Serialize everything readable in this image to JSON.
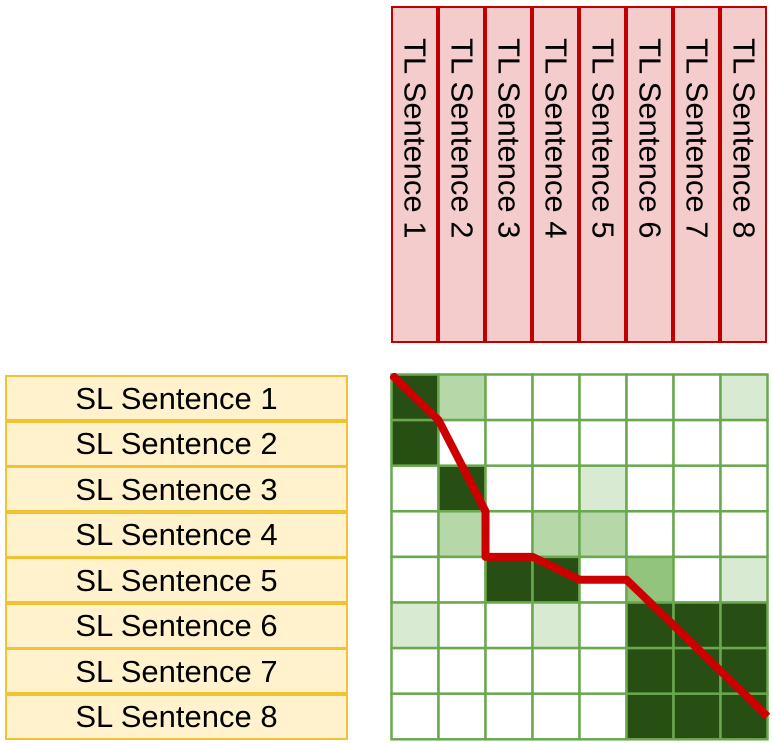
{
  "tl_sentences": [
    "TL Sentence 1",
    "TL Sentence 2",
    "TL Sentence 3",
    "TL Sentence 4",
    "TL Sentence 5",
    "TL Sentence 6",
    "TL Sentence 7",
    "TL Sentence 8"
  ],
  "sl_sentences": [
    "SL Sentence 1",
    "SL Sentence 2",
    "SL Sentence 3",
    "SL Sentence 4",
    "SL Sentence 5",
    "SL Sentence 6",
    "SL Sentence 7",
    "SL Sentence 8"
  ],
  "matrix": {
    "levels": [
      [
        3,
        1,
        0,
        0,
        0,
        0,
        0,
        0.5
      ],
      [
        3,
        0,
        0,
        0,
        0,
        0,
        0,
        0
      ],
      [
        0,
        3,
        0,
        0,
        0.5,
        0,
        0,
        0
      ],
      [
        0,
        1,
        0,
        1,
        1,
        0,
        0,
        0
      ],
      [
        0,
        0,
        3,
        3,
        0,
        2,
        0,
        0.5
      ],
      [
        0.5,
        0,
        0,
        0.5,
        0,
        3,
        3,
        3
      ],
      [
        0,
        0,
        0,
        0,
        0,
        3,
        3,
        3
      ],
      [
        0,
        0,
        0,
        0,
        0,
        3,
        3,
        3
      ]
    ],
    "color_scale": {
      "0": "#ffffff",
      "0.5": "#d9ead3",
      "1": "#b6d7a8",
      "2": "#93c47d",
      "3": "#274e13"
    },
    "grid_color": "#6aa84f",
    "path_color": "#cc0000",
    "alignment_path": [
      [
        0,
        0
      ],
      [
        1,
        1
      ],
      [
        1.5,
        2
      ],
      [
        2,
        3
      ],
      [
        2,
        4
      ],
      [
        3,
        4
      ],
      [
        4,
        4.5
      ],
      [
        5,
        4.5
      ],
      [
        6,
        5.5
      ],
      [
        7,
        6.5
      ],
      [
        8,
        7.5
      ]
    ]
  }
}
